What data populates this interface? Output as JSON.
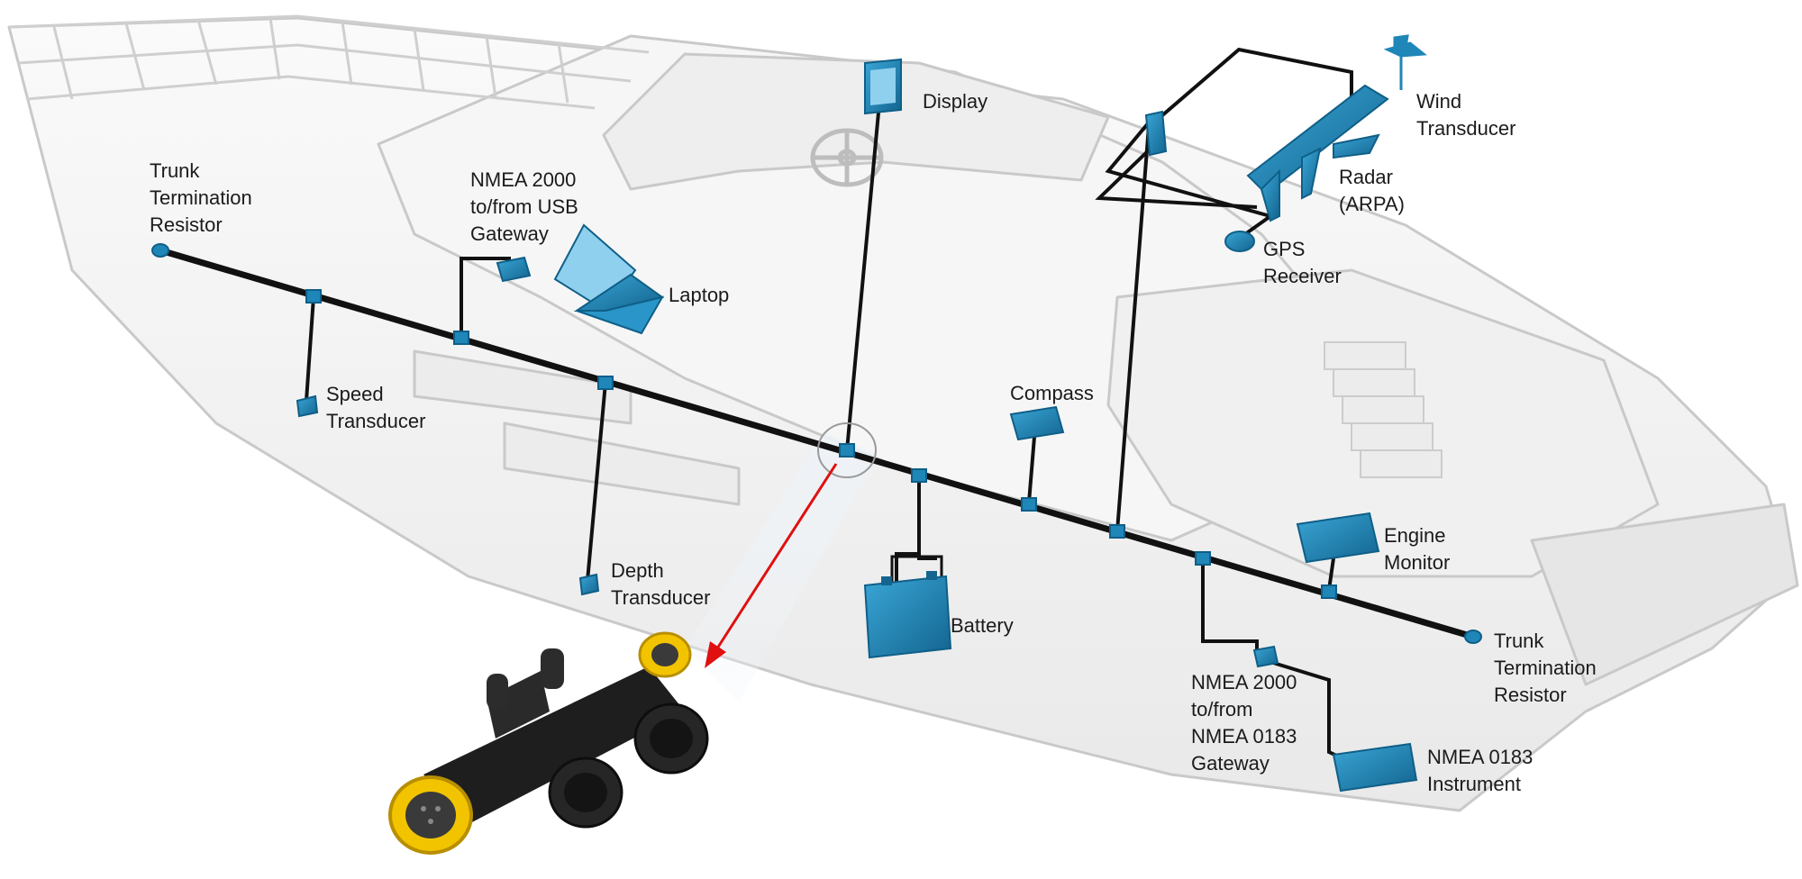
{
  "labels": {
    "trunk_resistor_left": [
      "Trunk",
      "Termination",
      "Resistor"
    ],
    "usb_gateway": [
      "NMEA 2000",
      "to/from USB",
      "Gateway"
    ],
    "laptop": [
      "Laptop"
    ],
    "display": [
      "Display"
    ],
    "speed_transducer": [
      "Speed",
      "Transducer"
    ],
    "depth_transducer": [
      "Depth",
      "Transducer"
    ],
    "battery": [
      "Battery"
    ],
    "compass": [
      "Compass"
    ],
    "wind_transducer": [
      "Wind",
      "Transducer"
    ],
    "radar": [
      "Radar",
      "(ARPA)"
    ],
    "gps_receiver": [
      "GPS",
      "Receiver"
    ],
    "engine_monitor": [
      "Engine",
      "Monitor"
    ],
    "trunk_resistor_right": [
      "Trunk",
      "Termination",
      "Resistor"
    ],
    "nmea0183_gateway": [
      "NMEA 2000",
      "to/from",
      "NMEA 0183",
      "Gateway"
    ],
    "nmea0183_instrument": [
      "NMEA 0183",
      "Instrument"
    ]
  },
  "colors": {
    "device": "#1f86b8",
    "device_dark": "#0f5f88",
    "backbone": "#111111",
    "callout_arrow": "#e01010",
    "connector_body": "#1e1e1e",
    "connector_ring": "#f2c400",
    "hull_outline": "#c8c8c8",
    "hull_fill": "#f4f4f4"
  }
}
